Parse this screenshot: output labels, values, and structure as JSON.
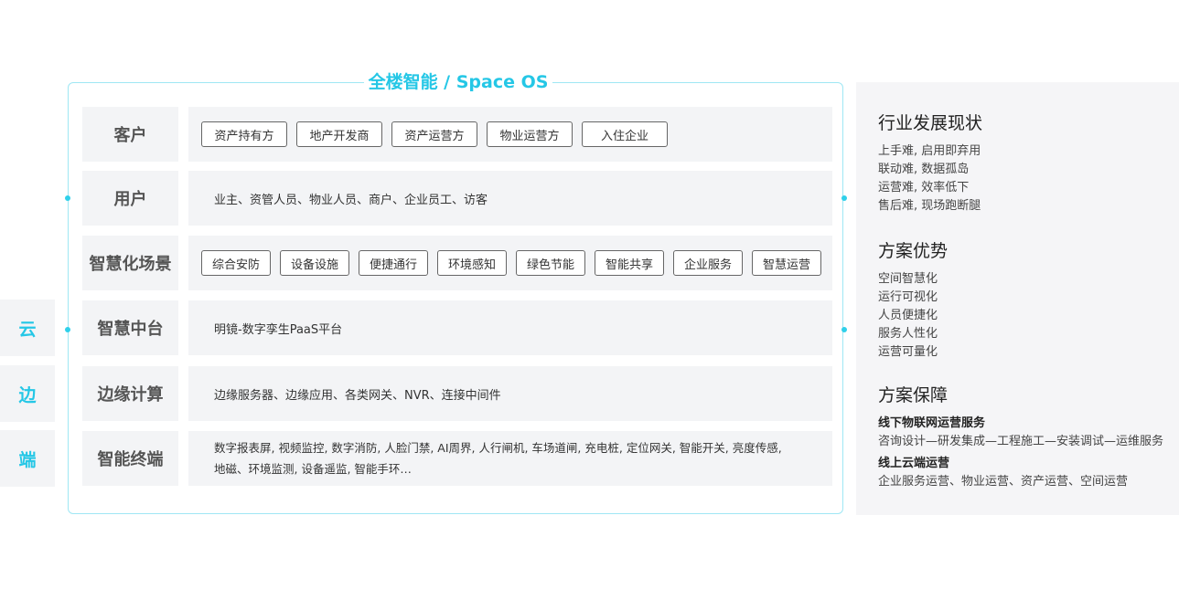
{
  "frame": {
    "title": "全楼智能 / Space OS",
    "accent_color": "#25c7e6"
  },
  "side_tags": [
    "云",
    "边",
    "端"
  ],
  "rows": {
    "customer": {
      "label": "客户",
      "chips": [
        "资产持有方",
        "地产开发商",
        "资产运营方",
        "物业运营方",
        "入住企业"
      ]
    },
    "user": {
      "label": "用户",
      "text": "业主、资管人员、物业人员、商户、企业员工、访客"
    },
    "scenario": {
      "label": "智慧化场景",
      "chips": [
        "综合安防",
        "设备设施",
        "便捷通行",
        "环境感知",
        "绿色节能",
        "智能共享",
        "企业服务",
        "智慧运营"
      ]
    },
    "platform": {
      "label": "智慧中台",
      "text": "明镜-数字孪生PaaS平台"
    },
    "edge": {
      "label": "边缘计算",
      "text": "边缘服务器、边缘应用、各类网关、NVR、连接中间件"
    },
    "terminal": {
      "label": "智能终端",
      "line1": "数字报表屏, 视频监控, 数字消防, 人脸门禁, AI周界, 人行闸机, 车场道闸, 充电桩, 定位网关, 智能开关, 亮度传感,",
      "line2": "地磁、环境监测, 设备遥监, 智能手环…"
    }
  },
  "right_panel": {
    "status": {
      "heading": "行业发展现状",
      "items": [
        "上手难, 启用即弃用",
        "联动难, 数据孤岛",
        "运营难, 效率低下",
        "售后难, 现场跑断腿"
      ]
    },
    "advantage": {
      "heading": "方案优势",
      "items": [
        "空间智慧化",
        "运行可视化",
        "人员便捷化",
        "服务人性化",
        "运营可量化"
      ]
    },
    "guarantee": {
      "heading": "方案保障",
      "offline_title": "线下物联网运营服务",
      "offline_text": "咨询设计—研发集成—工程施工—安装调试—运维服务",
      "online_title": "线上云端运营",
      "online_text": "企业服务运营、物业运营、资产运营、空间运营"
    }
  }
}
